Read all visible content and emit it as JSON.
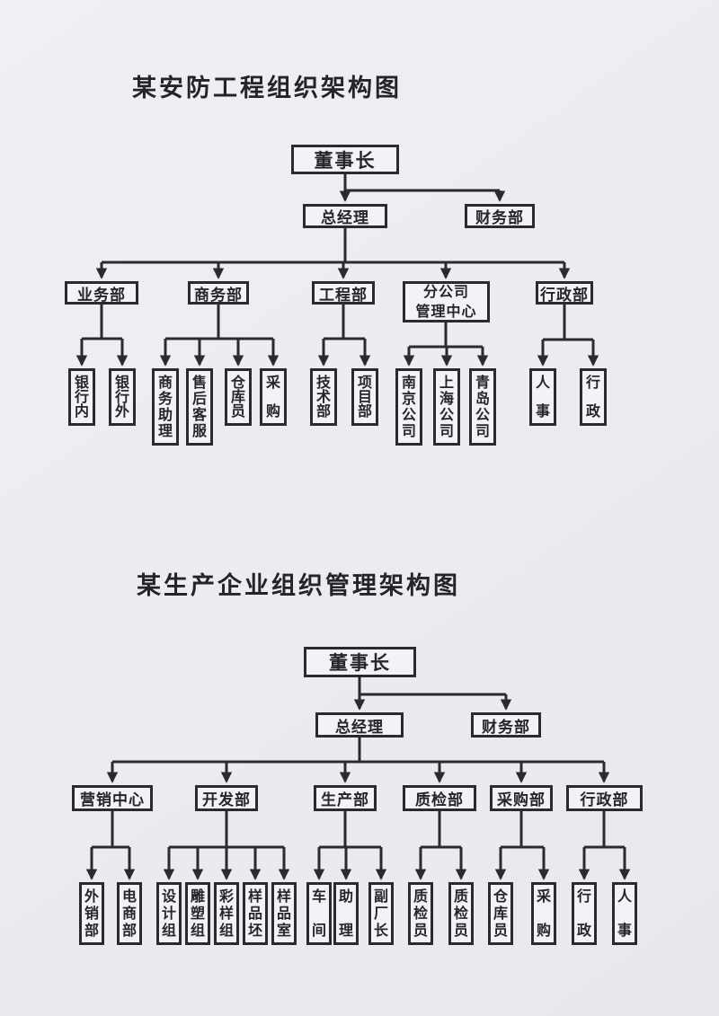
{
  "colors": {
    "ink": "#2b2a2e",
    "background": "#eeecf1",
    "box_fill": "#f4f2f6"
  },
  "chart1": {
    "title": "某安防工程组织架构图",
    "nodes": {
      "chairman": "董事长",
      "general_manager": "总经理",
      "finance": "财务部"
    },
    "departments": [
      {
        "label": "业务部",
        "children": [
          "银行内",
          "银行外"
        ]
      },
      {
        "label": "商务部",
        "children": [
          "商务助理",
          "售后客服",
          "仓库员",
          "采购"
        ]
      },
      {
        "label": "工程部",
        "children": [
          "技术部",
          "项目部"
        ]
      },
      {
        "lines": [
          "分公司",
          "管理中心"
        ],
        "children": [
          "南京公司",
          "上海公司",
          "青岛公司"
        ]
      },
      {
        "label": "行政部",
        "children": [
          "人事",
          "行政"
        ]
      }
    ]
  },
  "chart2": {
    "title": "某生产企业组织管理架构图",
    "nodes": {
      "chairman": "董事长",
      "general_manager": "总经理",
      "finance": "财务部"
    },
    "departments": [
      {
        "label": "营销中心",
        "children": [
          "外销部",
          "电商部"
        ]
      },
      {
        "label": "开发部",
        "children": [
          "设计组",
          "雕塑组",
          "彩样组",
          "样品坯",
          "样品室"
        ]
      },
      {
        "label": "生产部",
        "children": [
          "车间",
          "助理",
          "副厂长"
        ]
      },
      {
        "label": "质检部",
        "children": [
          "质检员",
          "质检员"
        ]
      },
      {
        "label": "采购部",
        "children": [
          "仓库员",
          "采购"
        ]
      },
      {
        "label": "行政部",
        "children": [
          "行政",
          "人事"
        ]
      }
    ]
  }
}
